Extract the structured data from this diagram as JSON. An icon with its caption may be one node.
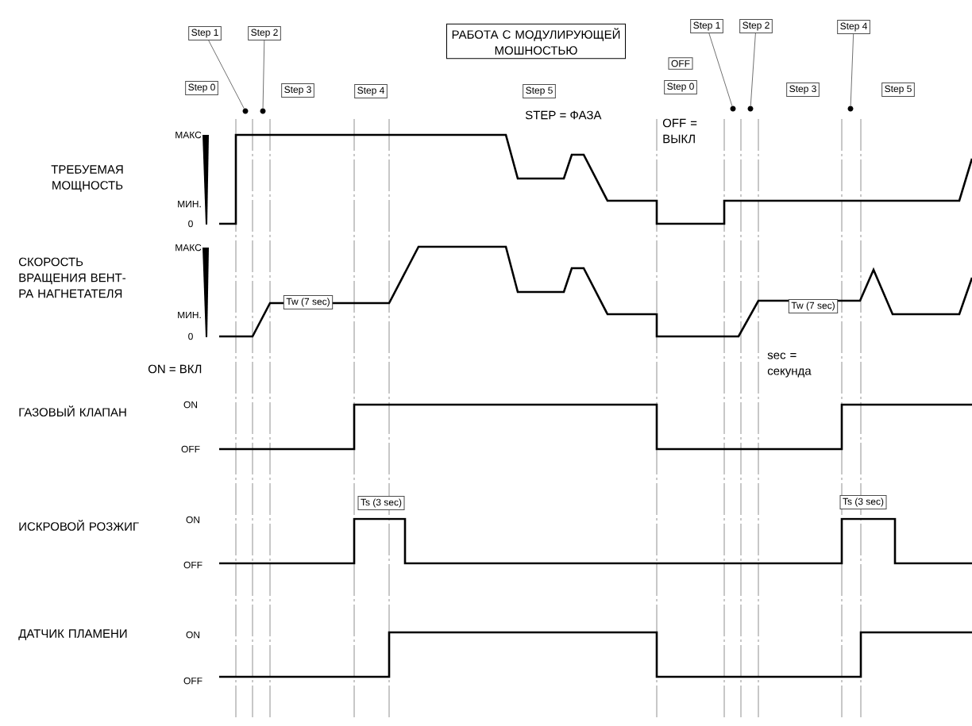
{
  "diagram": {
    "nodes": [
      {
        "text": [
          "Step 1"
        ]
      },
      {
        "text": [
          "Step 2"
        ]
      },
      {
        "text": [
          "РАБОТА С МОДУЛИРУЮЩЕЙ МОШНОСТЬЮ"
        ]
      },
      {
        "text": [
          "Step 0"
        ]
      },
      {
        "text": [
          "Step 3"
        ]
      },
      {
        "text": [
          "Step 4"
        ]
      },
      {
        "text": [
          "Step 5"
        ]
      },
      {
        "text": [
          "Step 1"
        ]
      },
      {
        "text": [
          "Step 2"
        ]
      },
      {
        "text": [
          "Step 4"
        ]
      },
      {
        "text": [
          "OFF"
        ]
      },
      {
        "text": [
          "Step 0"
        ]
      },
      {
        "text": [
          "Step 3"
        ]
      },
      {
        "text": [
          "Step 5"
        ]
      },
      {
        "text": [
          "Tw (7 sec)"
        ]
      },
      {
        "text": [
          "Tw (7 sec)"
        ]
      },
      {
        "text": [
          "Ts (3 sec)"
        ]
      },
      {
        "text": [
          "Ts (3 sec)"
        ]
      },
      {
        "text": [],
        "shape": "circle"
      },
      {
        "text": [],
        "shape": "circle"
      },
      {
        "text": [],
        "shape": "circle"
      },
      {
        "text": [],
        "shape": "circle"
      },
      {
        "text": [],
        "shape": "circle"
      }
    ],
    "edges": [
      {
        "from": 0,
        "to": 18,
        "arrow": "none"
      },
      {
        "from": 1,
        "to": 19,
        "arrow": "none"
      },
      {
        "from": 7,
        "to": 20,
        "arrow": "none"
      },
      {
        "from": 8,
        "to": 21,
        "arrow": "none"
      },
      {
        "from": 9,
        "to": 22,
        "arrow": "none"
      }
    ],
    "labels": [
      "STEP = ФАЗА",
      "OFF = ВЫКЛ",
      "ТРЕБУЕМАЯ МОЩНОСТЬ",
      "МАКС",
      "МИН.",
      "0",
      "СКОРОСТЬ ВРАЩЕНИЯ ВЕНТ-РА НАГНЕТАТЕЛЯ",
      "МАКС",
      "МИН.",
      "0",
      "sec = секунда",
      "ON = ВКЛ",
      "ГАЗОВЫЙ КЛАПАН",
      "ON",
      "OFF",
      "ИСКРОВОЙ РОЗЖИГ",
      "ON",
      "OFF",
      "ДАТЧИК ПЛАМЕНИ",
      "ON",
      "OFF"
    ]
  }
}
